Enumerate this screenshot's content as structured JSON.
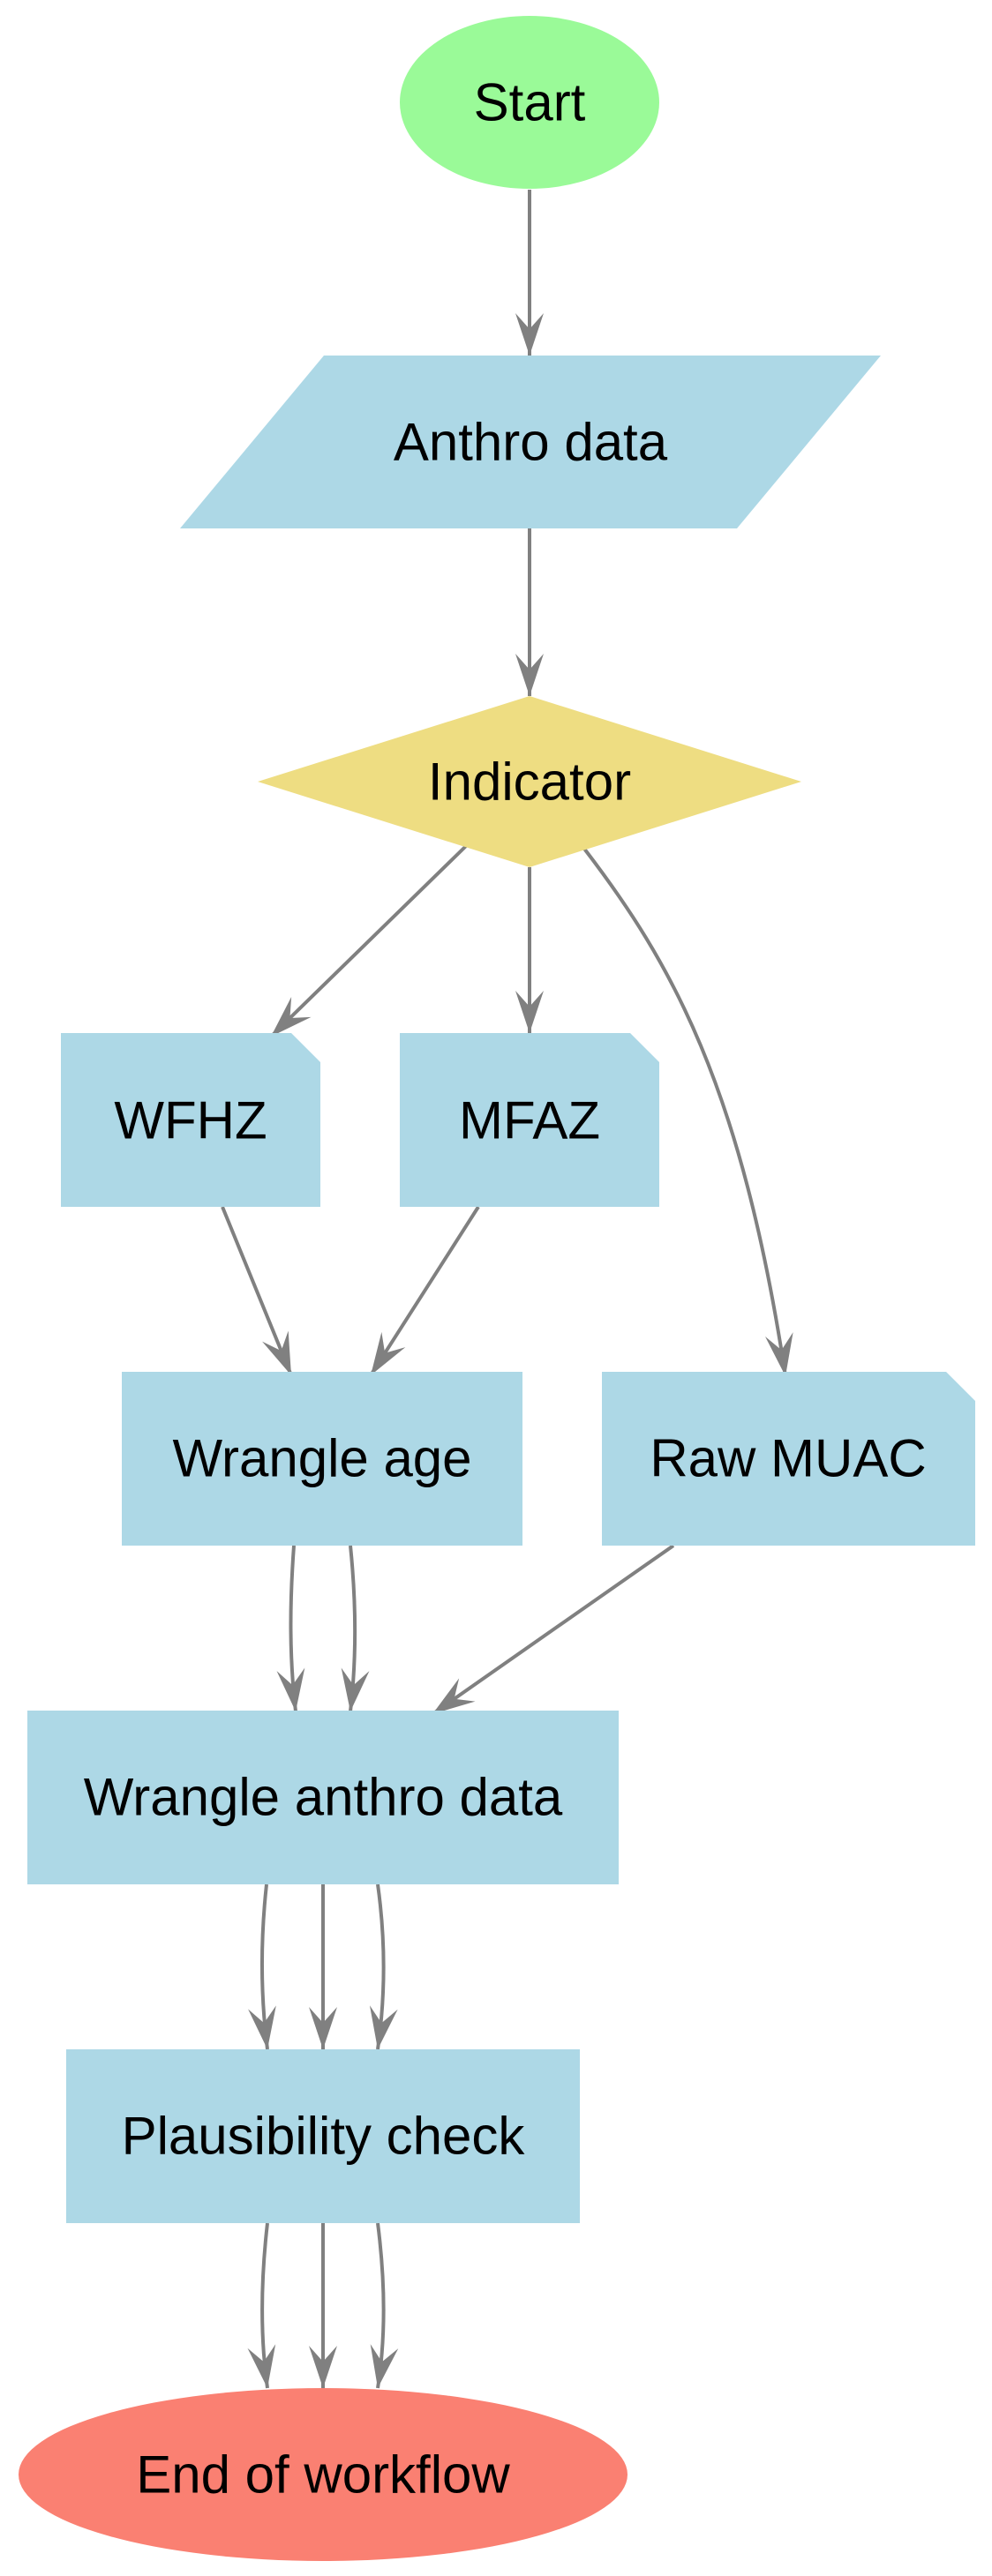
{
  "diagram": {
    "type": "flowchart",
    "colors": {
      "start": "#9afa98",
      "data": "#add8e6",
      "decision": "#eedd82",
      "process": "#add8e6",
      "end": "#fa8072",
      "edge": "#808080",
      "text": "#000000"
    },
    "nodes": [
      {
        "id": "start",
        "label": "Start",
        "shape": "ellipse",
        "color": "start"
      },
      {
        "id": "anthro",
        "label": "Anthro data",
        "shape": "parallelogram",
        "color": "data"
      },
      {
        "id": "indicator",
        "label": "Indicator",
        "shape": "diamond",
        "color": "decision"
      },
      {
        "id": "wfhz",
        "label": "WFHZ",
        "shape": "note",
        "color": "data"
      },
      {
        "id": "mfaz",
        "label": "MFAZ",
        "shape": "note",
        "color": "data"
      },
      {
        "id": "wrangle_age",
        "label": "Wrangle age",
        "shape": "rect",
        "color": "process"
      },
      {
        "id": "raw_muac",
        "label": "Raw MUAC",
        "shape": "note",
        "color": "data"
      },
      {
        "id": "wrangle_anthro",
        "label": "Wrangle anthro data",
        "shape": "rect",
        "color": "process"
      },
      {
        "id": "plausibility",
        "label": "Plausibility check",
        "shape": "rect",
        "color": "process"
      },
      {
        "id": "end",
        "label": "End of workflow",
        "shape": "ellipse",
        "color": "end"
      }
    ],
    "edges": [
      {
        "from": "start",
        "to": "anthro"
      },
      {
        "from": "anthro",
        "to": "indicator"
      },
      {
        "from": "indicator",
        "to": "wfhz"
      },
      {
        "from": "indicator",
        "to": "mfaz"
      },
      {
        "from": "indicator",
        "to": "raw_muac"
      },
      {
        "from": "wfhz",
        "to": "wrangle_age"
      },
      {
        "from": "mfaz",
        "to": "wrangle_age"
      },
      {
        "from": "wrangle_age",
        "to": "wrangle_anthro"
      },
      {
        "from": "wrangle_age",
        "to": "wrangle_anthro"
      },
      {
        "from": "raw_muac",
        "to": "wrangle_anthro"
      },
      {
        "from": "wrangle_anthro",
        "to": "plausibility"
      },
      {
        "from": "wrangle_anthro",
        "to": "plausibility"
      },
      {
        "from": "wrangle_anthro",
        "to": "plausibility"
      },
      {
        "from": "plausibility",
        "to": "end"
      },
      {
        "from": "plausibility",
        "to": "end"
      },
      {
        "from": "plausibility",
        "to": "end"
      }
    ]
  }
}
